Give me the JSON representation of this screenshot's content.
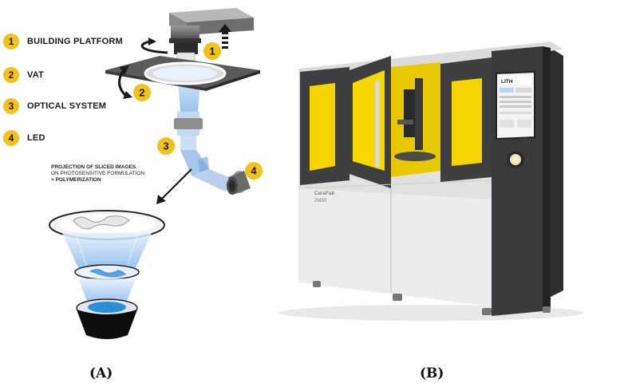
{
  "legend": [
    {
      "number": "1",
      "label": "BUILDING PLATFORM"
    },
    {
      "number": "2",
      "label": "VAT"
    },
    {
      "number": "3",
      "label": "OPTICAL SYSTEM"
    },
    {
      "number": "4",
      "label": "LED"
    }
  ],
  "callouts": [
    "1",
    "2",
    "3",
    "4"
  ],
  "projection_note": {
    "line1": "PROJECTION OF SLICED IMAGES",
    "line2": "ON PHOTOSENSITIVE FORMULATION",
    "line3": "> POLYMERIZATION"
  },
  "machine": {
    "brand": "CeraFab",
    "model": "2M30",
    "screen_logo": "LITH"
  },
  "panel_labels": {
    "a": "(A)",
    "b": "(B)"
  },
  "colors": {
    "accent_yellow": "#f2c21b",
    "window_yellow": "#f5d400",
    "light_blue": "#a8c8ec",
    "resin_blue": "#2b8fd8",
    "machine_dark": "#3a3a3c",
    "machine_light": "#e9e9ea"
  }
}
